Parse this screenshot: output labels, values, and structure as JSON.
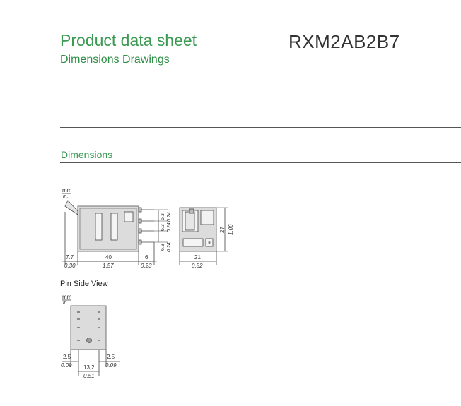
{
  "header": {
    "title": "Product data sheet",
    "subtitle": "Dimensions Drawings",
    "model": "RXM2AB2B7"
  },
  "section": {
    "title": "Dimensions"
  },
  "drawing1": {
    "unit_mm": "mm",
    "unit_in": "in.",
    "dims": {
      "left_mm": "7.7",
      "left_in": "0.30",
      "body_mm": "40",
      "body_in": "1.57",
      "pin_mm": "6",
      "pin_in": "0.23",
      "pitch_mm": "6.3",
      "pitch_in": "0.24",
      "width_mm": "21",
      "width_in": "0.82",
      "height_mm": "27",
      "height_in": "1.06"
    }
  },
  "drawing2": {
    "label": "Pin Side View",
    "unit_mm": "mm",
    "unit_in": "in.",
    "dims": {
      "left_mm": "2,5",
      "left_in": "0.09",
      "right_mm": "2,5",
      "right_in": "0.09",
      "span_mm": "13,2",
      "span_in": "0.51"
    }
  }
}
